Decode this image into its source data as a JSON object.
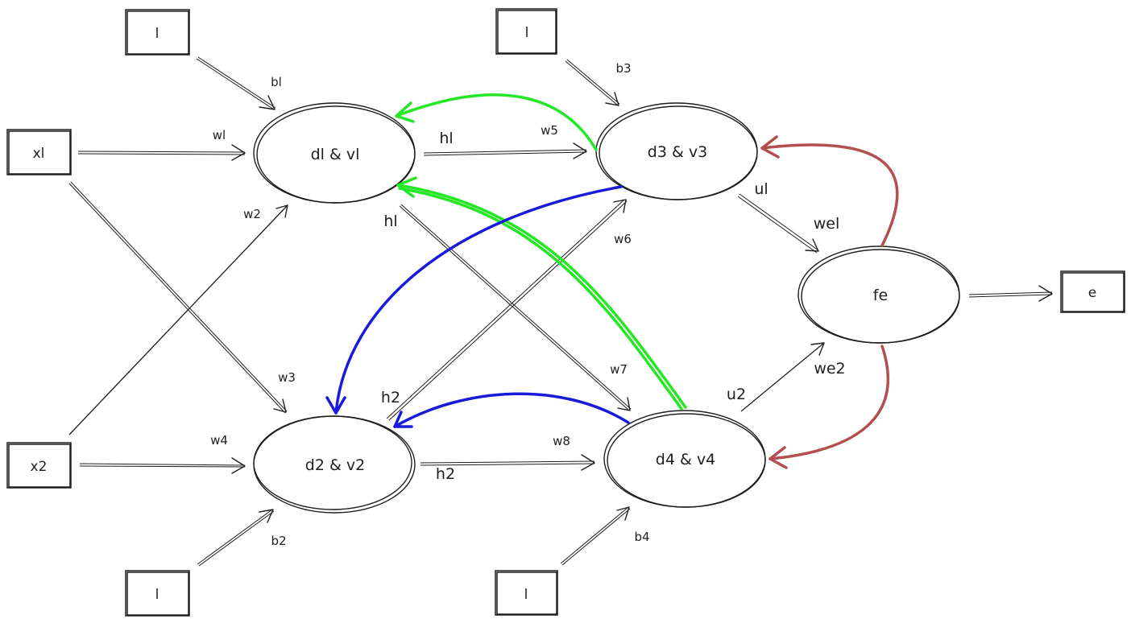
{
  "colors": {
    "ink": "#1e1e1e",
    "green_path": "#26e626",
    "blue_path": "#1a1ad9",
    "red_path": "#b34f4f"
  },
  "inputs": {
    "x1": "xl",
    "x2": "x2",
    "bias_top_left": "l",
    "bias_top_right": "l",
    "bias_bottom_left": "l",
    "bias_bottom_right": "l",
    "output": "e"
  },
  "nodes": {
    "n1": "dl & vl",
    "n2": "d2 & v2",
    "n3": "d3 & v3",
    "n4": "d4 & v4",
    "fe": "fe"
  },
  "edge_labels": {
    "b1": "bl",
    "b2": "b2",
    "b3": "b3",
    "b4": "b4",
    "w1": "wl",
    "w2": "w2",
    "w3": "w3",
    "w4": "w4",
    "w5": "w5",
    "w6": "w6",
    "w7": "w7",
    "w8": "w8",
    "h1_top": "hl",
    "h1_cross": "hl",
    "h2_cross": "h2",
    "h2_bottom": "h2",
    "u1": "ul",
    "u2": "u2",
    "we1": "wel",
    "we2": "we2"
  }
}
